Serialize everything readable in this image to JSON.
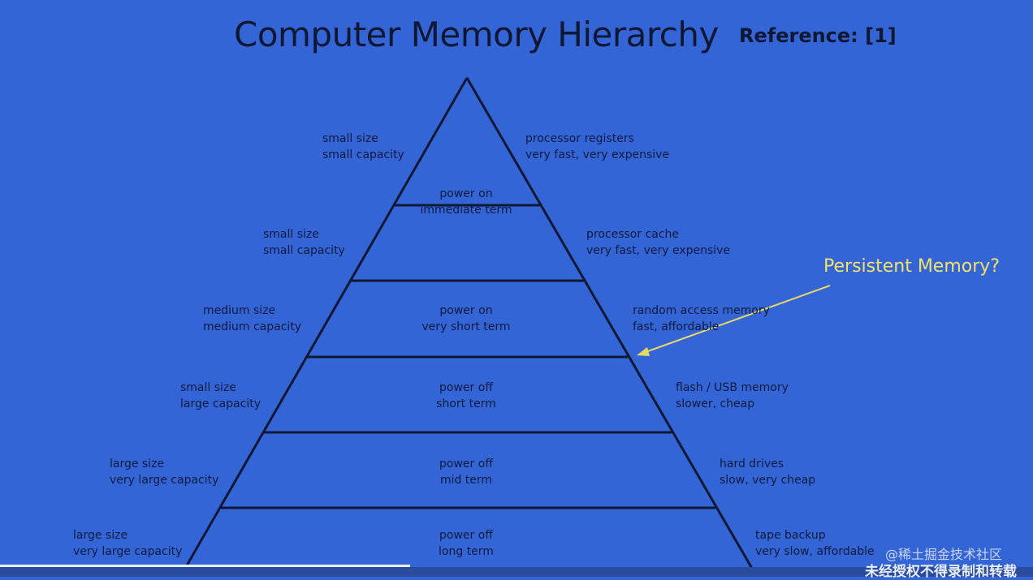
{
  "title": "Computer Memory Hierarchy",
  "reference": "Reference: [1]",
  "callout": "Persistent Memory?",
  "levels": [
    {
      "left1": "small size",
      "left2": "small capacity",
      "center1": "power on",
      "center2": "immediate term",
      "right1": "processor registers",
      "right2": "very fast, very expensive"
    },
    {
      "left1": "small size",
      "left2": "small capacity",
      "center1": "",
      "center2": "",
      "right1": "processor cache",
      "right2": "very fast, very expensive"
    },
    {
      "left1": "medium size",
      "left2": "medium capacity",
      "center1": "power on",
      "center2": "very short term",
      "right1": "random access memory",
      "right2": "fast, affordable"
    },
    {
      "left1": "small size",
      "left2": "large capacity",
      "center1": "power off",
      "center2": "short term",
      "right1": "flash / USB memory",
      "right2": "slower, cheap"
    },
    {
      "left1": "large size",
      "left2": "very large capacity",
      "center1": "power off",
      "center2": "mid term",
      "right1": "hard drives",
      "right2": "slow, very cheap"
    },
    {
      "left1": "large size",
      "left2": "very large capacity",
      "center1": "power off",
      "center2": "long term",
      "right1": "tape backup",
      "right2": "very slow, affordable"
    }
  ],
  "watermark": "@稀土掘金技术社区",
  "watermark2": "未经授权不得录制和转载",
  "colors": {
    "background": "#3465d6",
    "lines": "#0f1733",
    "callout": "#f2e16a"
  }
}
